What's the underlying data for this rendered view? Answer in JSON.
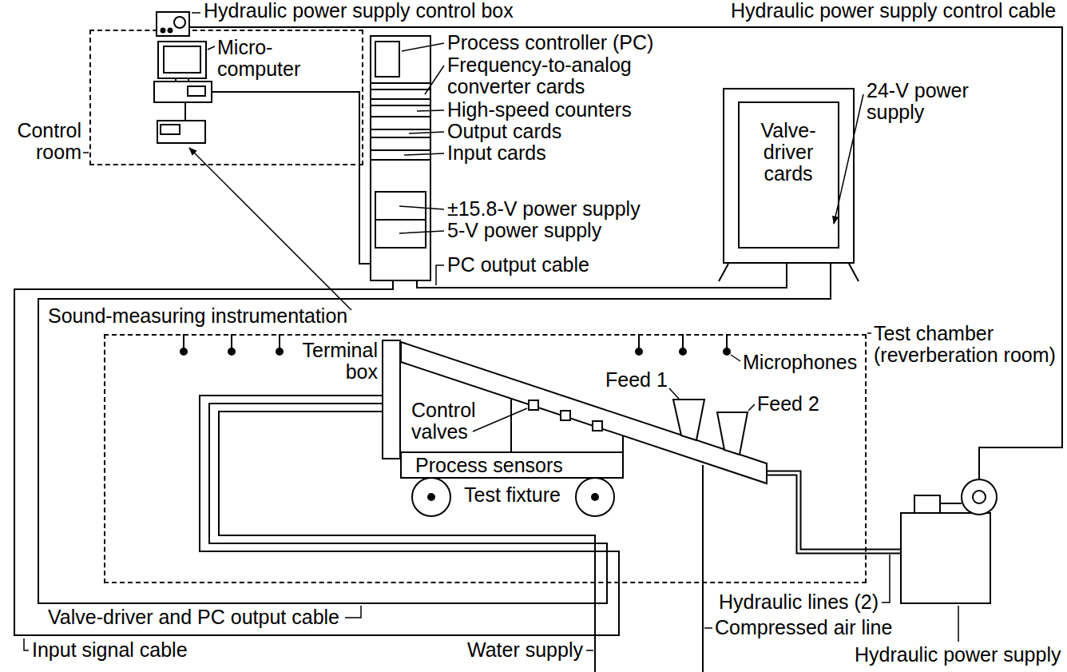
{
  "diagram": {
    "nodes": [
      {
        "text": [
          "Control room"
        ]
      },
      {
        "text": [
          "Micro- computer"
        ],
        "in": 0
      },
      {
        "text": [
          "Sound-measuring instrumentation"
        ],
        "in": 0
      },
      {
        "text": [
          "Hydraulic power supply control box"
        ],
        "in": 0
      },
      {
        "text": [
          "Process controller (PC)",
          "Frequency-to-analog converter cards",
          "High-speed counters",
          "Output cards",
          "Input cards",
          "±15.8-V power supply",
          "5-V power supply"
        ]
      },
      {
        "text": [
          "Valve- driver cards",
          "24-V power supply"
        ]
      },
      {
        "text": [
          "Test chamber (reverberation room)"
        ]
      },
      {
        "text": [
          "Test fixture",
          "Control valves",
          "Process sensors",
          "Feed 1",
          "Feed 2"
        ],
        "in": 6
      },
      {
        "text": [
          "Terminal box"
        ],
        "in": 6
      },
      {
        "text": [
          "Hydraulic power supply"
        ]
      }
    ],
    "edges": [
      {
        "from": 1,
        "to": 2,
        "arrow": "none"
      },
      {
        "from": 1,
        "to": 4,
        "arrow": "none"
      },
      {
        "from": 3,
        "to": 9,
        "arrow": "none",
        "label": "Hydraulic power supply control cable"
      },
      {
        "from": 4,
        "to": 5,
        "arrow": "none",
        "label": "PC output cable"
      },
      {
        "from": 5,
        "to": 8,
        "arrow": "none",
        "label": "Valve-driver and PC output cable"
      },
      {
        "from": 4,
        "to": 8,
        "arrow": "none",
        "label": "Input signal cable"
      },
      {
        "from": 9,
        "to": 7,
        "arrow": "none",
        "label": "Hydraulic lines (2)"
      }
    ],
    "labels": [
      "Microphones",
      "Water supply",
      "Compressed air line"
    ]
  }
}
